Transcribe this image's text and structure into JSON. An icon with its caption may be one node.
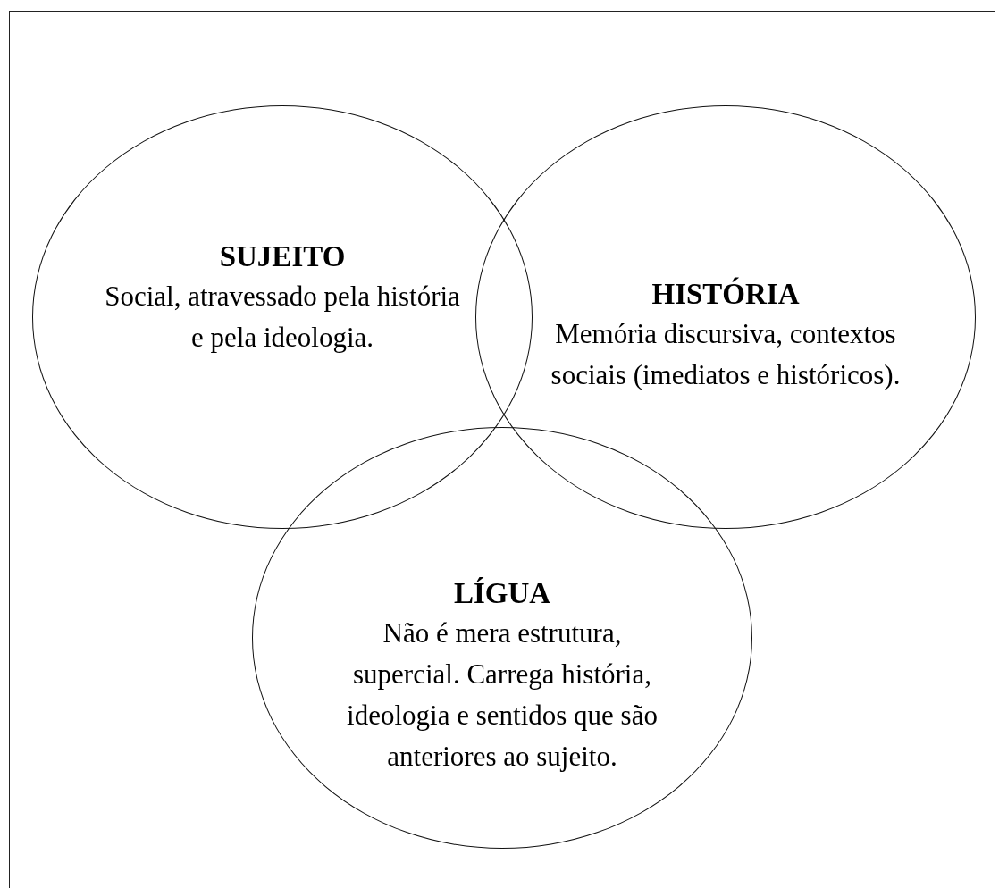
{
  "diagram": {
    "nodes": [
      {
        "text": [
          "SUJEITO",
          "Social, atravessado pela história e pela ideologia."
        ]
      },
      {
        "text": [
          "HISTÓRIA",
          "Memória discursiva, contextos sociais (imediatos e históricos)."
        ]
      },
      {
        "text": [
          "LÍGUA",
          "Não é mera estrutura, supercial. Carrega história, ideologia e sentidos que são anteriores ao sujeito."
        ]
      }
    ]
  }
}
